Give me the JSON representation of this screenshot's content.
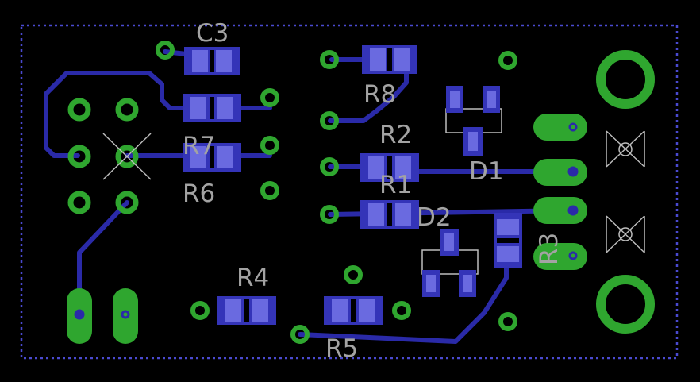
{
  "board": {
    "colors": {
      "background": "#000000",
      "outline": "#4a4ad0",
      "trace": "#2a2aa8",
      "pad_blue": "#3434b8",
      "pad_blue_light": "#6a6ae0",
      "pad_green": "#2fa62f",
      "silk": "#bdbdbd",
      "label": "#a3a3a3"
    },
    "labels": {
      "C3": "C3",
      "R8": "R8",
      "R2": "R2",
      "R7": "R7",
      "R6": "R6",
      "R1": "R1",
      "D1": "D1",
      "D2": "D2",
      "R3": "R3",
      "R4": "R4",
      "R5": "R5"
    }
  }
}
